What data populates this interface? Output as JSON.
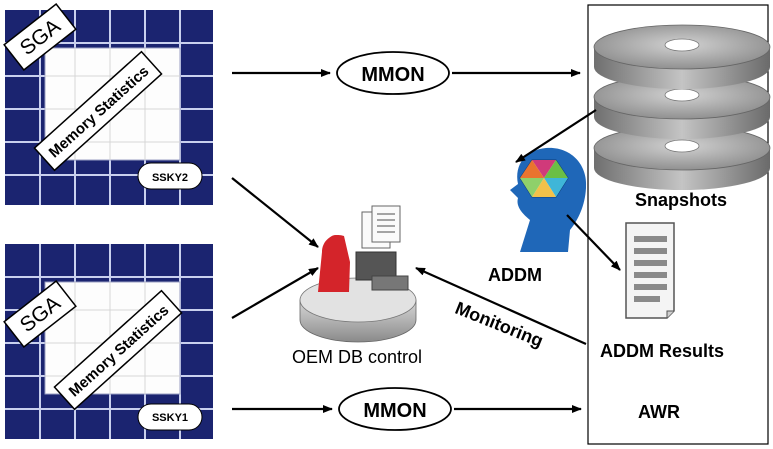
{
  "instances": [
    {
      "sga_label": "SGA",
      "memory_label": "Memory Statistics",
      "instance_name": "SSKY2"
    },
    {
      "sga_label": "SGA",
      "memory_label": "Memory Statistics",
      "instance_name": "SSKY1"
    }
  ],
  "processes": {
    "top_mmon": "MMON",
    "bottom_mmon": "MMON"
  },
  "oem": {
    "label": "OEM DB control"
  },
  "addm": {
    "label": "ADDM"
  },
  "awr": {
    "snapshots_label": "Snapshots",
    "results_label": "ADDM Results",
    "awr_label": "AWR"
  },
  "monitoring_label": "Monitoring",
  "colors": {
    "sga_blue": "#1b2470",
    "grid_line": "#c9d0ee",
    "disk_gray": "#8e8e8e",
    "oem_red": "#d4242a",
    "head_blue": "#1f67b8"
  }
}
